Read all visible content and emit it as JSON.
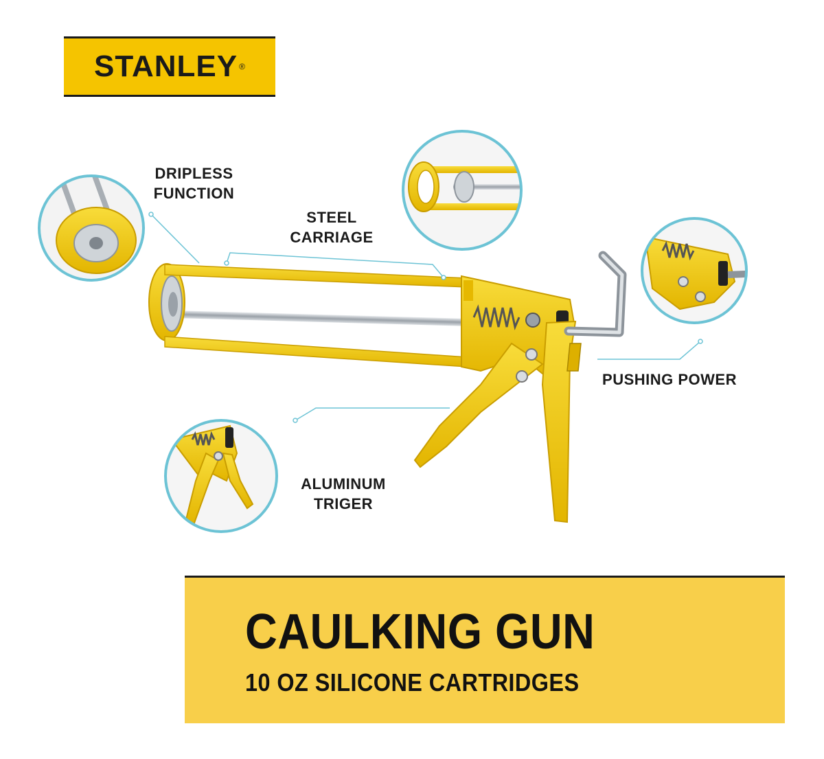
{
  "brand": {
    "name": "STANLEY",
    "registered_mark": "®",
    "color": "#f5c400"
  },
  "callouts": {
    "dripless": {
      "line1": "DRIPLESS",
      "line2": "FUNCTION"
    },
    "steel": {
      "line1": "STEEL",
      "line2": "CARRIAGE"
    },
    "pushing": {
      "line1": "PUSHING POWER"
    },
    "trigger": {
      "line1": "ALUMINUM",
      "line2": "TRIGER"
    }
  },
  "banner": {
    "title": "CAULKING GUN",
    "subtitle": "10 OZ SILICONE CARTRIDGES",
    "color": "#f8cf4a"
  },
  "colors": {
    "gun_yellow": "#f2cc1f",
    "circle_outline": "#6cc3d5",
    "steel": "#b9bec4"
  },
  "icons": [
    "caulking-gun-illustration",
    "dripless-detail",
    "steel-carriage-detail",
    "pushing-power-detail",
    "trigger-detail"
  ]
}
